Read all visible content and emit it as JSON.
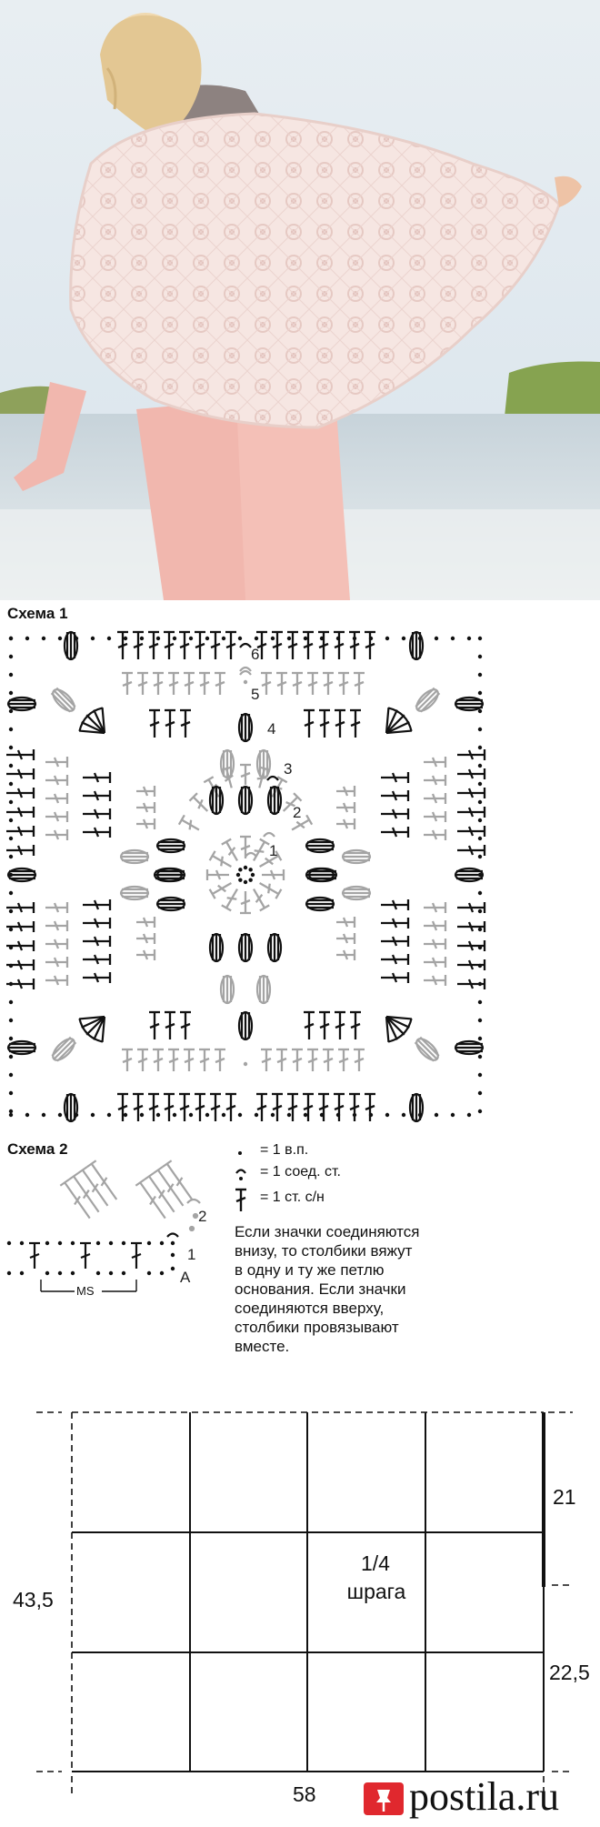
{
  "scheme1": {
    "title": "Схема 1",
    "row_numbers": [
      "1",
      "2",
      "3",
      "4",
      "5",
      "6"
    ]
  },
  "scheme2": {
    "title": "Схема 2",
    "row_numbers": [
      "1",
      "2"
    ],
    "start_marker": "A",
    "repeat_label": "MS"
  },
  "legend": {
    "items": [
      {
        "symbol": "dot",
        "text": "= 1 в.п."
      },
      {
        "symbol": "arc",
        "text": "= 1 соед. ст."
      },
      {
        "symbol": "dc",
        "text": "= 1 ст. с/н"
      }
    ],
    "note": "Если значки соединяются\nвнизу, то столбики вяжут\nв одну и ту же петлю\nоснования. Если значки\nсоединяются вверху,\nстолбики провязывают\nвместе."
  },
  "schematic": {
    "label_line1": "1/4",
    "label_line2": "шрага",
    "dim_top_right": "21",
    "dim_bottom_right": "22,5",
    "dim_left": "43,5",
    "dim_bottom": "58"
  },
  "watermark": {
    "text": "postila.ru",
    "color": "#e0282e"
  },
  "colors": {
    "sky": "#dfe9f0",
    "water": "#c9d6de",
    "shrug": "#f4e1dd",
    "pants": "#f2b9b1",
    "hair": "#e9d2a4",
    "gray_symbol": "#a4a4a4"
  }
}
